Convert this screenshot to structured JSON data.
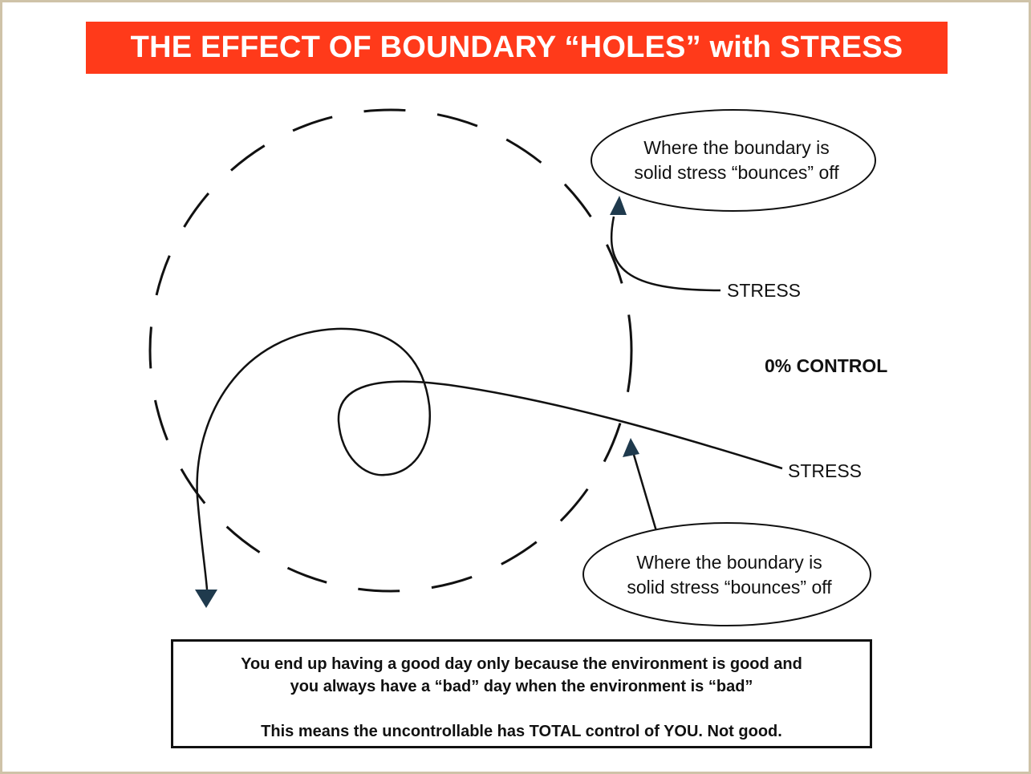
{
  "title": "THE EFFECT OF BOUNDARY “HOLES” with STRESS",
  "callouts": {
    "top": {
      "line1": "Where the boundary is",
      "line2": "solid stress “bounces” off"
    },
    "bottom": {
      "line1": "Where the boundary is",
      "line2": "solid stress “bounces” off"
    }
  },
  "stress_labels": {
    "upper": "STRESS",
    "lower": "STRESS"
  },
  "control_label": "0% CONTROL",
  "summary": {
    "line1": "You end up having a good day only because the environment is good and",
    "line2": "you always have a “bad” day when the environment is “bad”",
    "line3": "This means the uncontrollable has TOTAL control of YOU. Not good."
  },
  "colors": {
    "banner": "#ff3a1a",
    "arrowhead": "#1f3a4d",
    "stroke": "#111111",
    "frame": "#cfc3a8"
  }
}
